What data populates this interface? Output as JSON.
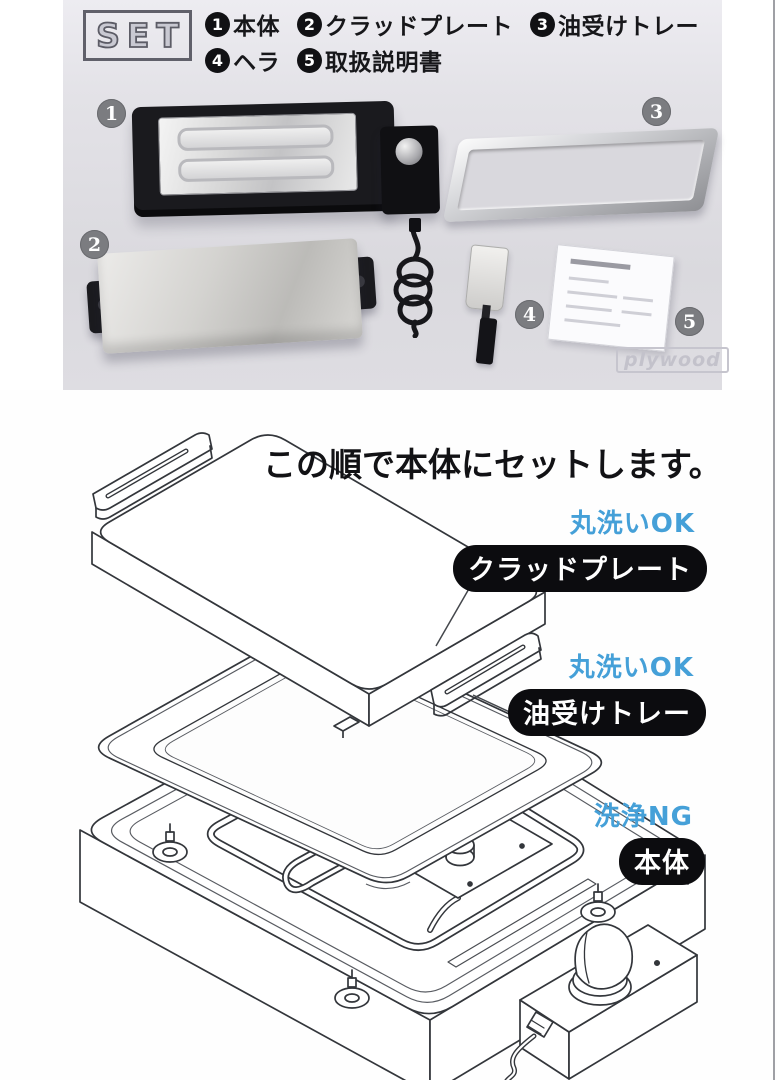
{
  "header": {
    "badge_label": "SET",
    "items": [
      {
        "num": "1",
        "label": "本体"
      },
      {
        "num": "2",
        "label": "クラッドプレート"
      },
      {
        "num": "3",
        "label": "油受けトレー"
      },
      {
        "num": "4",
        "label": "ヘラ"
      },
      {
        "num": "5",
        "label": "取扱説明書"
      }
    ]
  },
  "photo": {
    "watermark": "plywood",
    "badges": [
      "1",
      "2",
      "3",
      "4",
      "5"
    ]
  },
  "diagram": {
    "headline": "この順で本体にセットします。",
    "labels": [
      {
        "tag": "丸洗いOK",
        "name": "クラッドプレート"
      },
      {
        "tag": "丸洗いOK",
        "name": "油受けトレー"
      },
      {
        "tag": "洗浄NG",
        "name": "本体"
      }
    ]
  },
  "colors": {
    "accent_blue": "#45a0d8",
    "pill_bg": "#0c0c0f",
    "pill_text": "#ffffff",
    "line_art": "#33363b",
    "photo_badge_bg": "#7b7c80",
    "photo_background": "#dedde2"
  }
}
